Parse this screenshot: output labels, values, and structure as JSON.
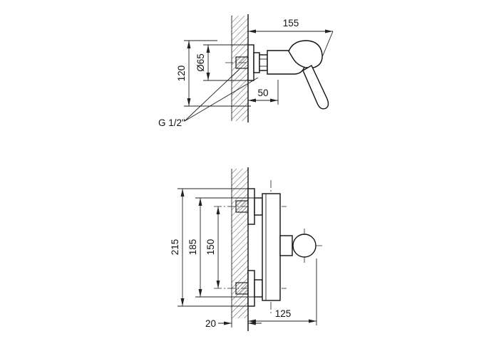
{
  "colors": {
    "line": "#1a1a1a",
    "background": "#ffffff"
  },
  "side_view": {
    "depth_mm": "155",
    "escutcheon_diameter": "Ø65",
    "height_mm": "120",
    "handle_offset_mm": "50",
    "thread_size": "G 1/2\""
  },
  "plan_view": {
    "overall_span_mm": "215",
    "body_span_mm": "185",
    "supply_centers_mm": "150",
    "wall_thickness_mm": "20",
    "depth_mm": "125"
  }
}
